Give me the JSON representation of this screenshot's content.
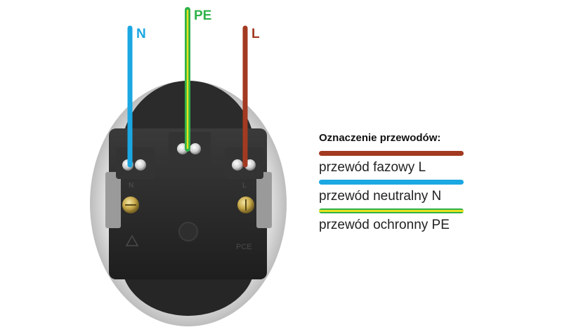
{
  "wires": {
    "neutral": {
      "label": "N",
      "color": "#1ba7e1"
    },
    "protective": {
      "label": "PE",
      "color_green": "#2fb24a",
      "color_yellow": "#e7e21d"
    },
    "phase": {
      "label": "L",
      "color": "#a23a22"
    }
  },
  "socket": {
    "markings": {
      "n": "N",
      "l": "L",
      "brand": "PCE"
    }
  },
  "legend": {
    "title": "Oznaczenie przewodów:",
    "items": [
      {
        "text": "przewód fazowy L",
        "color": "#a23a22",
        "kind": "solid"
      },
      {
        "text": "przewód neutralny N",
        "color": "#1ba7e1",
        "kind": "solid"
      },
      {
        "text": "przewód ochronny PE",
        "color": "#2fb24a",
        "stripe_color": "#e7e21d",
        "kind": "striped"
      }
    ]
  }
}
